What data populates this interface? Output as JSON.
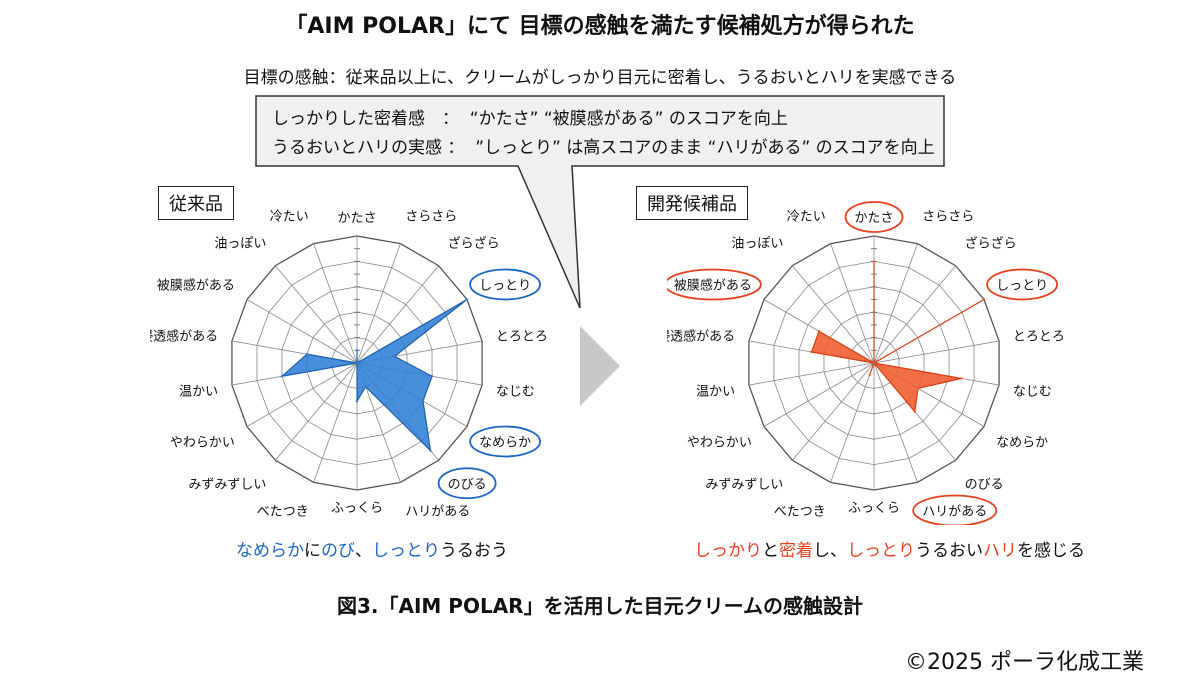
{
  "header": {
    "title": "「AIM POLAR」にて 目標の感触を満たす候補処方が得られた",
    "subtitle": "目標の感触：従来品以上に、クリームがしっかり目元に密着し、うるおいとハリを実感できる"
  },
  "callout": {
    "line1": "しっかりした密着感　：  “かたさ” “被膜感がある” のスコアを向上",
    "line2": "うるおいとハリの実感 ：  ”しっとり” は高スコアのまま “ハリがある” のスコアを向上"
  },
  "chart_data": [
    {
      "type": "radar",
      "title": "従来品",
      "axes": [
        "かたさ",
        "さらさら",
        "ざらざら",
        "しっとり",
        "とろとろ",
        "なじむ",
        "なめらか",
        "のびる",
        "ハリがある",
        "ふっくら",
        "べたつき",
        "みずみずしい",
        "やわらかい",
        "温かい",
        "浸透感がある",
        "被膜感がある",
        "油っぽい",
        "冷たい"
      ],
      "values": [
        1,
        0,
        0,
        10,
        3,
        6,
        6,
        9,
        2,
        3,
        0,
        0,
        0,
        6,
        4,
        0,
        0,
        0
      ],
      "rmax": 10,
      "color": "#2f7fd6",
      "highlighted": [
        "しっとり",
        "なめらか",
        "のびる"
      ]
    },
    {
      "type": "radar",
      "title": "開発候補品",
      "axes": [
        "かたさ",
        "さらさら",
        "ざらざら",
        "しっとり",
        "とろとろ",
        "なじむ",
        "なめらか",
        "のびる",
        "ハリがある",
        "ふっくら",
        "べたつき",
        "みずみずしい",
        "やわらかい",
        "温かい",
        "浸透感がある",
        "被膜感がある",
        "油っぽい",
        "冷たい"
      ],
      "values": [
        8,
        0,
        0,
        10,
        0,
        7,
        4,
        5,
        0,
        0,
        1,
        0,
        0,
        0,
        5,
        5,
        0,
        0
      ],
      "rmax": 10,
      "color": "#f05a2a",
      "highlighted": [
        "かたさ",
        "しっとり",
        "被膜感がある",
        "ハリがある"
      ]
    }
  ],
  "captions": {
    "left": [
      {
        "text": "なめらか",
        "color": "blue"
      },
      {
        "text": "に",
        "color": "black"
      },
      {
        "text": "のび",
        "color": "blue"
      },
      {
        "text": "、",
        "color": "black"
      },
      {
        "text": "しっとり",
        "color": "blue"
      },
      {
        "text": "うるおう",
        "color": "black"
      }
    ],
    "right": [
      {
        "text": "しっかり",
        "color": "red"
      },
      {
        "text": "と",
        "color": "black"
      },
      {
        "text": "密着",
        "color": "red"
      },
      {
        "text": "し、",
        "color": "black"
      },
      {
        "text": "しっとり",
        "color": "red"
      },
      {
        "text": "うるおい",
        "color": "black"
      },
      {
        "text": "ハリ",
        "color": "red"
      },
      {
        "text": "を感じる",
        "color": "black"
      }
    ]
  },
  "figure_caption": "図3.「AIM POLAR」を活用した目元クリームの感触設計",
  "copyright": "©2025 ポーラ化成工業",
  "colors": {
    "blue_accent": "#1a66c2",
    "red_accent": "#e8401c"
  }
}
